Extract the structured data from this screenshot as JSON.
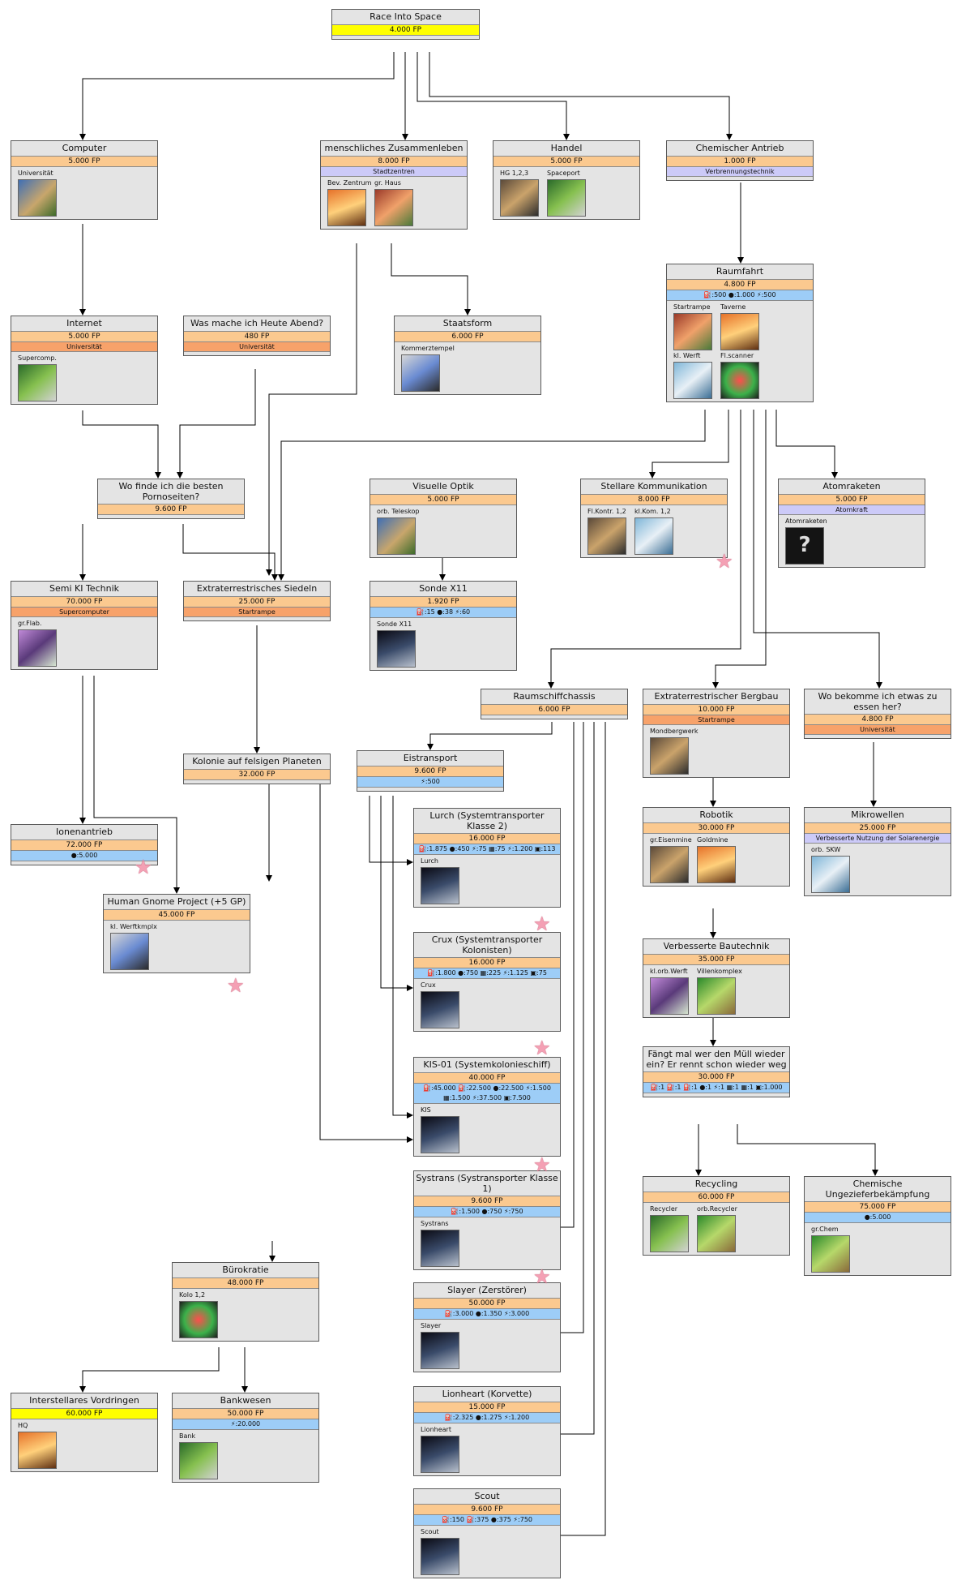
{
  "nodes": [
    {
      "id": "ris",
      "title": "Race Into Space",
      "cost": "4.000 FP",
      "cost_gold": true,
      "prereq": "",
      "prereq_style": "",
      "stats": "",
      "items": []
    },
    {
      "id": "computer",
      "title": "Computer",
      "cost": "5.000 FP",
      "prereq": "",
      "stats": "",
      "items": [
        {
          "label": "Universität",
          "pic": "p1"
        }
      ]
    },
    {
      "id": "zusammen",
      "title": "menschliches Zusammenleben",
      "cost": "8.000 FP",
      "prereq": "Stadtzentren",
      "prereq_style": "lav",
      "stats": "",
      "items": [
        {
          "label": "Bev. Zentrum",
          "pic": "p2"
        },
        {
          "label": "gr. Haus",
          "pic": "p3"
        }
      ]
    },
    {
      "id": "handel",
      "title": "Handel",
      "cost": "5.000 FP",
      "prereq": "",
      "stats": "",
      "items": [
        {
          "label": "HG 1,2,3",
          "pic": "p8"
        },
        {
          "label": "Spaceport",
          "pic": "p5"
        }
      ]
    },
    {
      "id": "chemantrieb",
      "title": "Chemischer Antrieb",
      "cost": "1.000 FP",
      "prereq": "Verbrennungstechnik",
      "prereq_style": "lav",
      "stats": "",
      "items": []
    },
    {
      "id": "raumfahrt",
      "title": "Raumfahrt",
      "cost": "4.800 FP",
      "prereq": "",
      "stats": "⛽:500 ●:1.000 ⚡:500",
      "items": [
        {
          "label": "Startrampe",
          "pic": "p3"
        },
        {
          "label": "Taverne",
          "pic": "p2"
        },
        {
          "label": "kl. Werft",
          "pic": "p9"
        },
        {
          "label": "Fl.scanner",
          "pic": "p6"
        }
      ]
    },
    {
      "id": "internet",
      "title": "Internet",
      "cost": "5.000 FP",
      "prereq": "Universität",
      "prereq_style": "orange",
      "stats": "",
      "items": [
        {
          "label": "Supercomp.",
          "pic": "p5"
        }
      ]
    },
    {
      "id": "heute",
      "title": "Was mache ich Heute Abend?",
      "cost": "480 FP",
      "prereq": "Universität",
      "prereq_style": "orange",
      "stats": "",
      "items": []
    },
    {
      "id": "staatsform",
      "title": "Staatsform",
      "cost": "6.000 FP",
      "prereq": "",
      "stats": "",
      "items": [
        {
          "label": "Kommerztempel",
          "pic": "p4"
        }
      ]
    },
    {
      "id": "porno",
      "title": "Wo finde ich die besten Pornoseiten?",
      "cost": "9.600 FP",
      "prereq": "",
      "stats": "",
      "items": []
    },
    {
      "id": "optik",
      "title": "Visuelle Optik",
      "cost": "5.000 FP",
      "prereq": "",
      "stats": "",
      "items": [
        {
          "label": "orb. Teleskop",
          "pic": "p1"
        }
      ]
    },
    {
      "id": "stellar",
      "title": "Stellare Kommunikation",
      "cost": "8.000 FP",
      "prereq": "",
      "stats": "",
      "items": [
        {
          "label": "Fl.Kontr. 1,2",
          "pic": "p8"
        },
        {
          "label": "kl.Kom. 1,2",
          "pic": "p9"
        }
      ]
    },
    {
      "id": "atom",
      "title": "Atomraketen",
      "cost": "5.000 FP",
      "prereq": "Atomkraft",
      "prereq_style": "lav",
      "stats": "",
      "items": [
        {
          "label": "Atomraketen",
          "pic": "pq"
        }
      ]
    },
    {
      "id": "semiki",
      "title": "Semi KI Technik",
      "cost": "70.000 FP",
      "prereq": "Supercomputer",
      "prereq_style": "orange",
      "stats": "",
      "items": [
        {
          "label": "gr.Flab.",
          "pic": "p10"
        }
      ]
    },
    {
      "id": "extrasiedeln",
      "title": "Extraterrestrisches Siedeln",
      "cost": "25.000 FP",
      "prereq": "Startrampe",
      "prereq_style": "orange",
      "stats": "",
      "items": []
    },
    {
      "id": "sondex11",
      "title": "Sonde X11",
      "cost": "1.920 FP",
      "prereq": "",
      "stats": "⛽:15 ●:38 ⚡:60",
      "items": [
        {
          "label": "Sonde X11",
          "pic": "p7"
        }
      ]
    },
    {
      "id": "chassis",
      "title": "Raumschiffchassis",
      "cost": "6.000 FP",
      "prereq": "",
      "stats": "",
      "items": []
    },
    {
      "id": "bergbau",
      "title": "Extraterrestrischer Bergbau",
      "cost": "10.000 FP",
      "prereq": "Startrampe",
      "prereq_style": "orange",
      "stats": "",
      "items": [
        {
          "label": "Mondbergwerk",
          "pic": "p8"
        }
      ]
    },
    {
      "id": "essen",
      "title": "Wo bekomme ich etwas zu essen her?",
      "cost": "4.800 FP",
      "prereq": "Universität",
      "prereq_style": "orange",
      "stats": "",
      "items": []
    },
    {
      "id": "kolonie",
      "title": "Kolonie auf felsigen Planeten",
      "cost": "32.000 FP",
      "prereq": "",
      "stats": "",
      "items": []
    },
    {
      "id": "eistransport",
      "title": "Eistransport",
      "cost": "9.600 FP",
      "prereq": "",
      "stats": "⚡:500",
      "items": []
    },
    {
      "id": "robotik",
      "title": "Robotik",
      "cost": "30.000 FP",
      "prereq": "",
      "stats": "",
      "items": [
        {
          "label": "gr.Eisenmine",
          "pic": "p8"
        },
        {
          "label": "Goldmine",
          "pic": "p2"
        }
      ]
    },
    {
      "id": "mikrowellen",
      "title": "Mikrowellen",
      "cost": "25.000 FP",
      "prereq": "Verbesserte Nutzung der Solarenergie",
      "prereq_style": "lav",
      "stats": "",
      "items": [
        {
          "label": "orb. SKW",
          "pic": "p9"
        }
      ]
    },
    {
      "id": "ionen",
      "title": "Ionenantrieb",
      "cost": "72.000 FP",
      "prereq": "",
      "stats": "●:5.000",
      "items": []
    },
    {
      "id": "lurch",
      "title": "Lurch (Systemtransporter Klasse 2)",
      "cost": "16.000 FP",
      "prereq": "",
      "stats": "⛽:1.875 ●:450 ⚡:75 ▦:75  ⚡:1.200 ▣:113",
      "items": [
        {
          "label": "Lurch",
          "pic": "p7"
        }
      ]
    },
    {
      "id": "gnome",
      "title": "Human Gnome Project (+5 GP)",
      "cost": "45.000 FP",
      "prereq": "",
      "stats": "",
      "items": [
        {
          "label": "kl. Werftkmplx",
          "pic": "p4"
        }
      ]
    },
    {
      "id": "bautechnik",
      "title": "Verbesserte Bautechnik",
      "cost": "35.000 FP",
      "prereq": "",
      "stats": "",
      "items": [
        {
          "label": "kl.orb.Werft",
          "pic": "p10"
        },
        {
          "label": "Villenkomplex",
          "pic": "p11"
        }
      ]
    },
    {
      "id": "crux",
      "title": "Crux (Systemtransporter Kolonisten)",
      "cost": "16.000 FP",
      "prereq": "",
      "stats": "⛽:1.800 ●:750 ▦:225  ⚡:1.125 ▣:75",
      "items": [
        {
          "label": "Crux",
          "pic": "p7"
        }
      ]
    },
    {
      "id": "muell",
      "title": "Fängt mal wer den Müll wieder ein? Er rennt schon wieder weg",
      "cost": "30.000 FP",
      "prereq": "",
      "stats": "⛽:1 ⛽:1 ⛽:1 ●:1 ⚡:1  ▦:1 ▦:1 ▣:1.000",
      "items": []
    },
    {
      "id": "kis",
      "title": "KIS-01 (Systemkolonieschiff)",
      "cost": "40.000 FP",
      "prereq": "",
      "stats": "⛽:45.000 ⛽:22.500 ●:22.500  ⚡:1.500 ▦:1.500 ⚡:37.500 ▣:7.500",
      "items": [
        {
          "label": "KIS",
          "pic": "p7"
        }
      ]
    },
    {
      "id": "recycling",
      "title": "Recycling",
      "cost": "60.000 FP",
      "prereq": "",
      "stats": "",
      "items": [
        {
          "label": "Recycler",
          "pic": "p5"
        },
        {
          "label": "orb.Recycler",
          "pic": "p11"
        }
      ]
    },
    {
      "id": "ungeziefer",
      "title": "Chemische Ungezieferbekämpfung",
      "cost": "75.000 FP",
      "prereq": "",
      "stats": "●:5.000",
      "items": [
        {
          "label": "gr.Chem",
          "pic": "p11"
        }
      ]
    },
    {
      "id": "systrans",
      "title": "Systrans (Systransporter Klasse 1)",
      "cost": "9.600 FP",
      "prereq": "",
      "stats": "⛽:1.500 ●:750 ⚡:750",
      "items": [
        {
          "label": "Systrans",
          "pic": "p7"
        }
      ]
    },
    {
      "id": "buerokratie",
      "title": "Bürokratie",
      "cost": "48.000 FP",
      "prereq": "",
      "stats": "",
      "items": [
        {
          "label": "Kolo 1,2",
          "pic": "p6"
        }
      ]
    },
    {
      "id": "slayer",
      "title": "Slayer (Zerstörer)",
      "cost": "50.000 FP",
      "prereq": "",
      "stats": "⛽:3.000 ●:1.350 ⚡:3.000",
      "items": [
        {
          "label": "Slayer",
          "pic": "p7"
        }
      ]
    },
    {
      "id": "interstellar",
      "title": "Interstellares Vordringen",
      "cost": "60.000 FP",
      "cost_gold": true,
      "prereq": "",
      "stats": "",
      "items": [
        {
          "label": "HQ",
          "pic": "p2"
        }
      ]
    },
    {
      "id": "bankwesen",
      "title": "Bankwesen",
      "cost": "50.000 FP",
      "prereq": "",
      "stats": "⚡:20.000",
      "items": [
        {
          "label": "Bank",
          "pic": "p5"
        }
      ]
    },
    {
      "id": "lionheart",
      "title": "Lionheart (Korvette)",
      "cost": "15.000 FP",
      "prereq": "",
      "stats": "⛽:2.325 ●:1.275 ⚡:1.200",
      "items": [
        {
          "label": "Lionheart",
          "pic": "p7"
        }
      ]
    },
    {
      "id": "scout",
      "title": "Scout",
      "cost": "9.600 FP",
      "prereq": "",
      "stats": "⛽:150 ⛽:375 ●:375 ⚡:750",
      "items": [
        {
          "label": "Scout",
          "pic": "p7"
        }
      ]
    }
  ],
  "star_icon": "star-icon",
  "colors": {
    "box_bg": "#e4e4e4",
    "cost": "#fbc98f",
    "gold": "#ffff00",
    "prereq_orange": "#f7a26a",
    "prereq_lavender": "#cccaf8",
    "stats_blue": "#9dcdf7",
    "star": "#f4a0b4"
  }
}
